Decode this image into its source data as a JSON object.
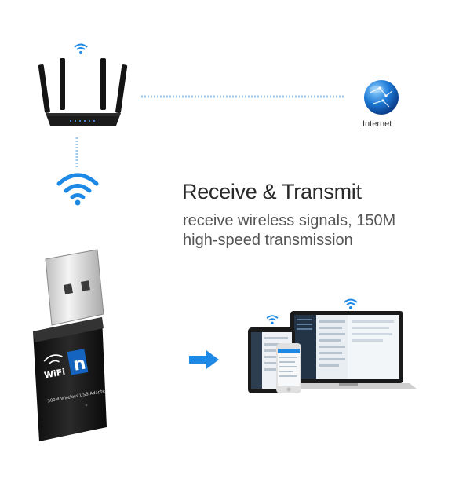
{
  "network": {
    "internet_label": "Internet"
  },
  "headline": {
    "title": "Receive & Transmit",
    "line1": "receive wireless signals, 150M",
    "line2": "high-speed transmission"
  },
  "adapter": {
    "model_text": "300M Wireless USB Adapter",
    "logo_text": "WiFi",
    "logo_letter": "n"
  },
  "colors": {
    "accent_blue": "#1e88e5",
    "dotted_line": "#9ec8ec",
    "router_black": "#141414"
  },
  "icons": [
    "wifi-signal-icon",
    "router-icon",
    "globe-icon",
    "usb-adapter-icon",
    "arrow-right-icon",
    "tablet-icon",
    "laptop-icon",
    "phone-icon"
  ]
}
